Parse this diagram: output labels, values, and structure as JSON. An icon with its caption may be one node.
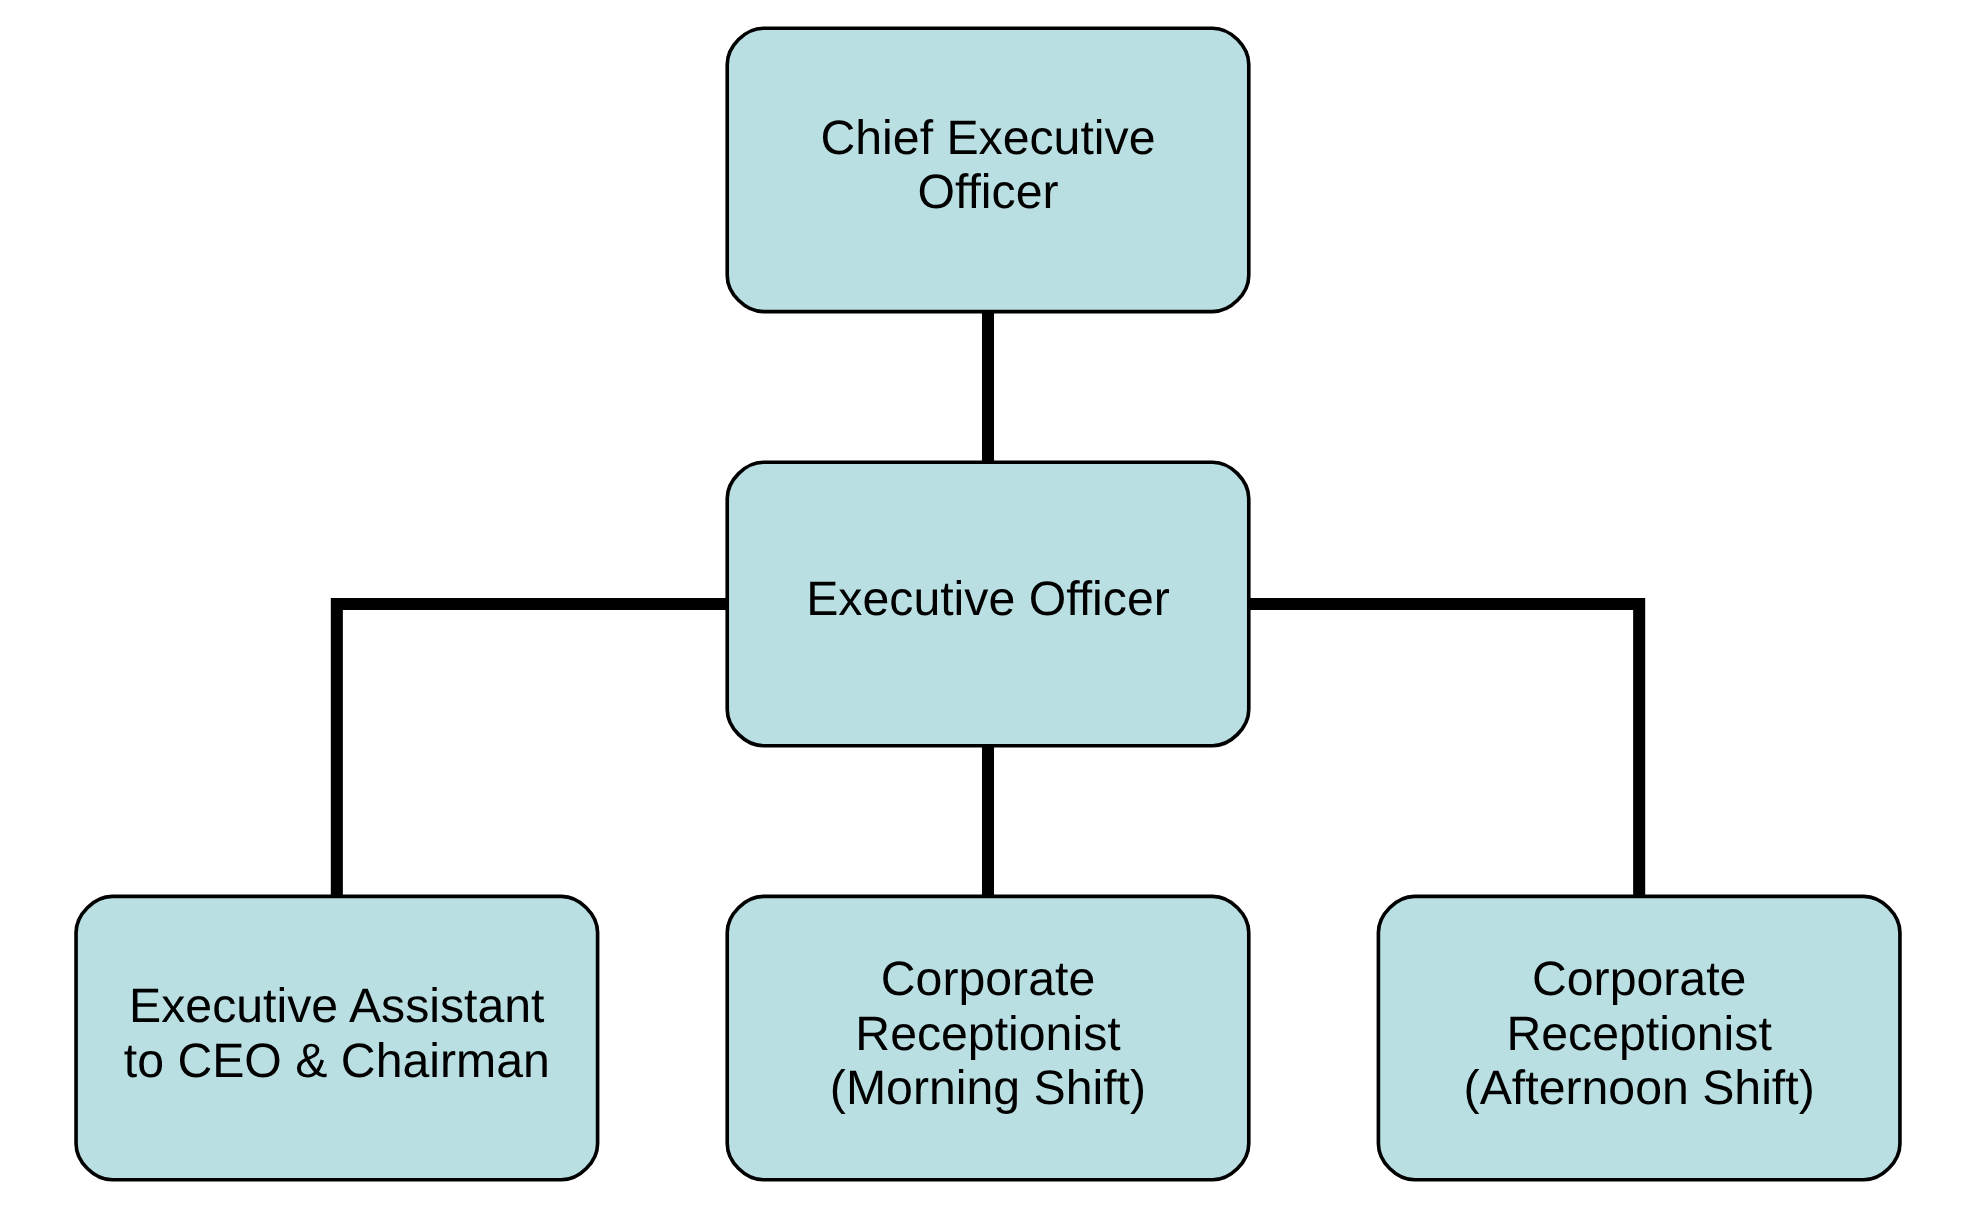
{
  "diagram": {
    "nodes": [
      {
        "text": [
          "Chief Executive Officer"
        ]
      },
      {
        "text": [
          "Executive Officer"
        ]
      },
      {
        "text": [
          "Executive Assistant to CEO & Chairman"
        ]
      },
      {
        "text": [
          "Corporate Receptionist (Morning Shift)"
        ]
      },
      {
        "text": [
          "Corporate Receptionist (Afternoon Shift)"
        ]
      }
    ],
    "edges": [
      {
        "from": 0,
        "to": 1,
        "arrow": "none"
      },
      {
        "from": 1,
        "to": 2,
        "arrow": "none"
      },
      {
        "from": 1,
        "to": 3,
        "arrow": "none"
      },
      {
        "from": 1,
        "to": 4,
        "arrow": "none"
      }
    ]
  }
}
